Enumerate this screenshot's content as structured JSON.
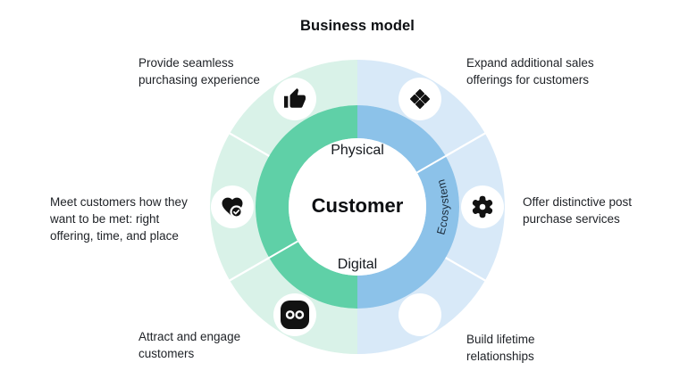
{
  "title": "Business model",
  "center": {
    "label": "Customer",
    "top_label": "Physical",
    "bottom_label": "Digital",
    "arc_label": "Ecosystem"
  },
  "callouts": {
    "top_left": {
      "icon": "thumbs-up-icon",
      "text": "Provide seamless\npurchasing experience"
    },
    "top_right": {
      "icon": "diamonds-icon",
      "text": "Expand additional sales\nofferings for customers"
    },
    "right": {
      "icon": "gear-icon",
      "text": "Offer distinctive post\npurchase services"
    },
    "bottom_right": {
      "icon": "none",
      "text": "Build lifetime\nrelationships"
    },
    "bottom_left": {
      "icon": "infinity-icon",
      "text": "Attract and engage\ncustomers"
    },
    "left": {
      "icon": "heart-check-icon",
      "text": "Meet customers how they\nwant to be met: right\noffering, time, and place"
    }
  },
  "colors": {
    "outer_ring_green": "#d9f2e8",
    "outer_ring_blue": "#d8e9f8",
    "inner_ring_green": "#5fd0a7",
    "inner_ring_blue": "#8cc2e9",
    "icon_circle": "#ffffff",
    "icon_glyph": "#121212",
    "arc_label_color": "#1b2b3a",
    "text_color": "#1e2126"
  }
}
